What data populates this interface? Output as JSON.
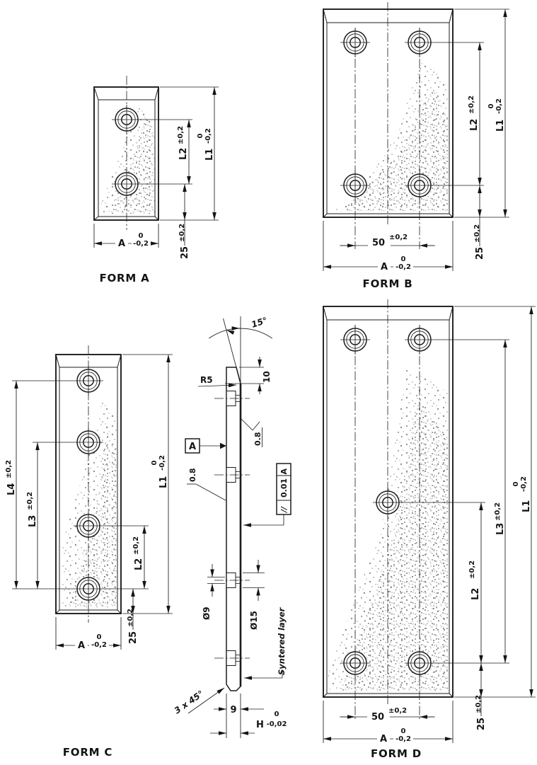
{
  "forms": {
    "a": {
      "title": "FORM A",
      "l1": "L1",
      "l1_tol_upper": "0",
      "l1_tol_lower": "-0,2",
      "l2": "L2",
      "l2_tol": "±0,2",
      "width_label": "A",
      "width_tol_upper": "0",
      "width_tol_lower": "-0,2",
      "edge_dist": "25",
      "edge_dist_tol": "±0,2"
    },
    "b": {
      "title": "FORM B",
      "l1": "L1",
      "l1_tol_upper": "0",
      "l1_tol_lower": "-0,2",
      "l2": "L2",
      "l2_tol": "±0,2",
      "hole_spacing": "50",
      "hole_spacing_tol": "±0,2",
      "width_label": "A",
      "width_tol_upper": "0",
      "width_tol_lower": "-0,2",
      "edge_dist": "25",
      "edge_dist_tol": "±0,2"
    },
    "c": {
      "title": "FORM C",
      "l1": "L1",
      "l1_tol_upper": "0",
      "l1_tol_lower": "-0,2",
      "l2": "L2",
      "l2_tol": "±0,2",
      "l3": "L3",
      "l3_tol": "±0,2",
      "l4": "L4",
      "l4_tol": "±0,2",
      "width_label": "A",
      "width_tol_upper": "0",
      "width_tol_lower": "-0,2",
      "edge_dist": "25",
      "edge_dist_tol": "±0,2"
    },
    "d": {
      "title": "FORM D",
      "l1": "L1",
      "l1_tol_upper": "0",
      "l1_tol_lower": "-0,2",
      "l2": "L2",
      "l2_tol": "±0,2",
      "l3": "L3",
      "l3_tol": "±0,2",
      "hole_spacing": "50",
      "hole_spacing_tol": "±0,2",
      "width_label": "A",
      "width_tol_upper": "0",
      "width_tol_lower": "-0,2",
      "edge_dist": "25",
      "edge_dist_tol": "±0,2"
    }
  },
  "section": {
    "bevel_angle": "15°",
    "fillet_radius": "R5",
    "bevel_depth": "10",
    "roughness_sliding_face": "0.8",
    "roughness_back_face": "0.8",
    "datum_label": "A",
    "parallelism_symbol": "//",
    "parallelism_value": "0.01",
    "parallelism_datum": "A",
    "through_hole_dia": "Ø9",
    "counterbore_dia": "Ø15",
    "layer_note": "Syntered layer",
    "chamfer_note": "3 x 45°",
    "base_thickness": "9",
    "total_thickness_label": "H",
    "total_thickness_tol_upper": "0",
    "total_thickness_tol_lower": "-0,02"
  }
}
